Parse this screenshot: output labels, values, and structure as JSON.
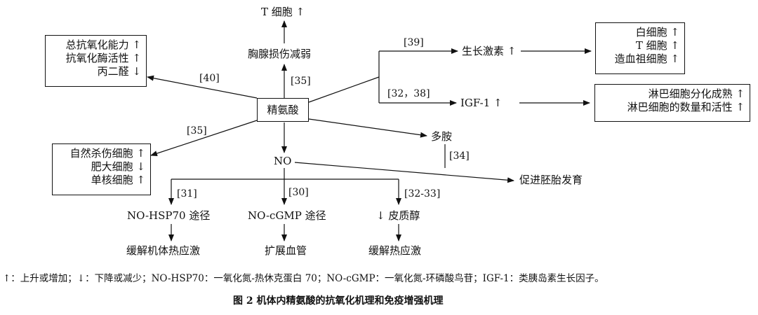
{
  "nodes": {
    "t_cell": "T 细胞 ↑",
    "thymus": "胸腺损伤减弱",
    "arginine": "精氨酸",
    "no": "NO",
    "growth_hormone": "生长激素 ↑",
    "igf1": "IGF-1 ↑",
    "polyamine": "多胺",
    "embryo": "促进胚胎发育",
    "hsp70_path": "NO-HSP70 途径",
    "cgmp_path": "NO-cGMP 途径",
    "cortisol": "↓ 皮质醇",
    "relieve_body_heat": "缓解机体热应激",
    "vasodilation": "扩展血管",
    "relieve_heat": "缓解热应激"
  },
  "boxes": {
    "antioxidant": [
      "总抗氧化能力 ↑",
      "抗氧化酶活性 ↑",
      "丙二醛 ↓"
    ],
    "immune_cells": [
      "自然杀伤细胞 ↑",
      "肥大细胞 ↓",
      "单核细胞 ↑"
    ],
    "blood_cells": [
      "白细胞 ↑",
      "T 细胞 ↑",
      "造血祖细胞 ↑"
    ],
    "lymphocyte": [
      "淋巴细胞分化成熟 ↑",
      "淋巴细胞的数量和活性 ↑"
    ]
  },
  "refs": {
    "r39": "[39]",
    "r40": "[40]",
    "r35_top": "[35]",
    "r32_38": "[32，38]",
    "r35_left": "[35]",
    "r34": "[34]",
    "r31": "[31]",
    "r30": "[30]",
    "r32_33": "[32-33]"
  },
  "legend": "↑：上升或增加；↓：下降或减少；NO-HSP70：一氧化氮-热休克蛋白 70；NO-cGMP：一氧化氮-环磷酸鸟苷；IGF-1：类胰岛素生长因子。",
  "caption": "图 2    机体内精氨酸的抗氧化机理和免疫增强机理"
}
